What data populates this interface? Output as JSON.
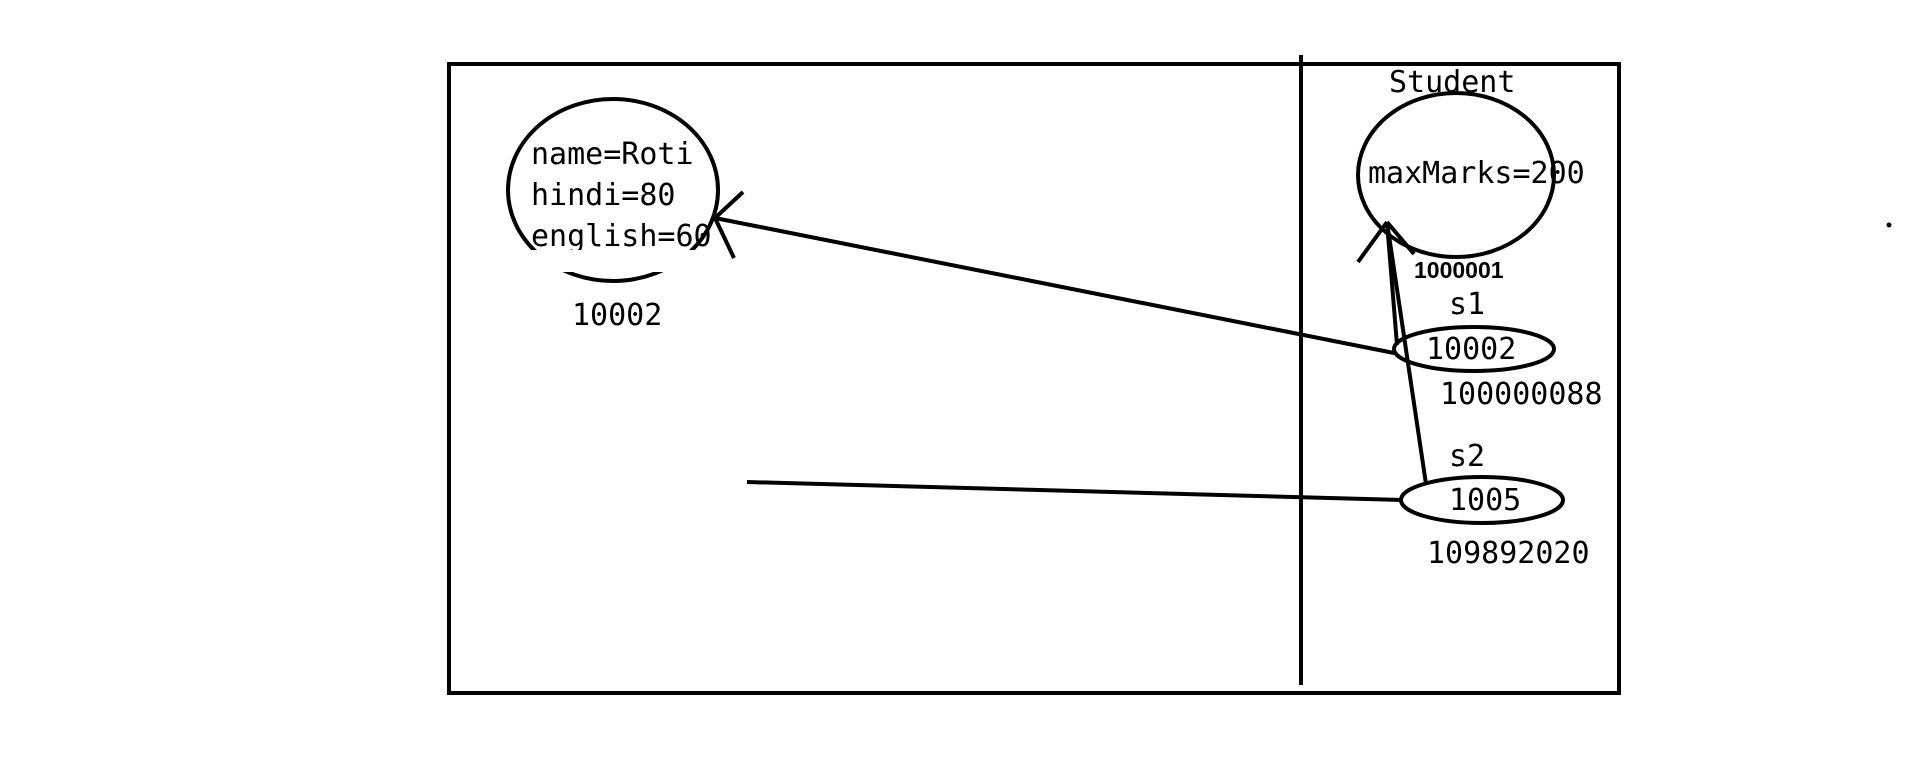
{
  "heap_object": {
    "fields": [
      "name=Roti",
      "hindi=80",
      "english=60"
    ],
    "address": "10002"
  },
  "class_area": {
    "class_name": "Student",
    "static_field": "maxMarks=200",
    "address": "1000001"
  },
  "references": [
    {
      "var": "s1",
      "value": "10002",
      "address": "100000088"
    },
    {
      "var": "s2",
      "value": "1005",
      "address": "109892020"
    }
  ],
  "colors": {
    "ink": "#000000",
    "background": "#ffffff"
  }
}
